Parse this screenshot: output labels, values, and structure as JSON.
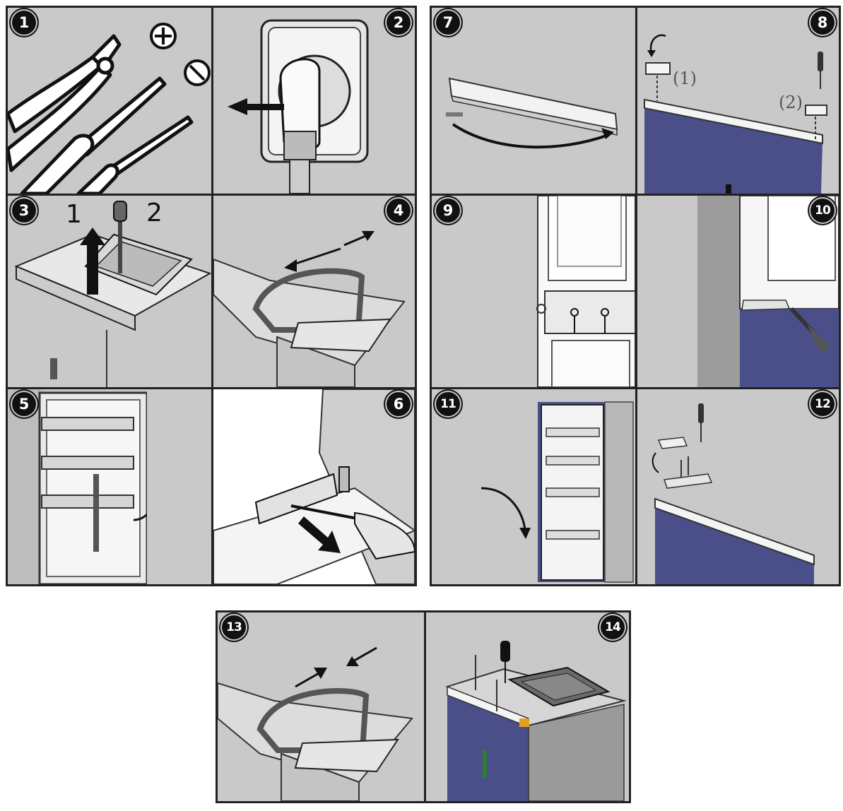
{
  "steps": [
    {
      "id": 1,
      "label": "1"
    },
    {
      "id": 2,
      "label": "2"
    },
    {
      "id": 3,
      "label": "3"
    },
    {
      "id": 4,
      "label": "4"
    },
    {
      "id": 5,
      "label": "5"
    },
    {
      "id": 6,
      "label": "6"
    },
    {
      "id": 7,
      "label": "7"
    },
    {
      "id": 8,
      "label": "8"
    },
    {
      "id": 9,
      "label": "9"
    },
    {
      "id": 10,
      "label": "10"
    },
    {
      "id": 11,
      "label": "11"
    },
    {
      "id": 12,
      "label": "12"
    },
    {
      "id": 13,
      "label": "13"
    },
    {
      "id": 14,
      "label": "14"
    }
  ],
  "step3_arrow_labels": [
    "1",
    "2"
  ],
  "step8_callouts": [
    "(1)",
    "(2)"
  ],
  "icons": {
    "plus": "phillips-screwdriver-icon",
    "minus": "flathead-screwdriver-icon"
  },
  "colors": {
    "panel_bg": "#c9c9c9",
    "door_blue": "#4a4f8a",
    "border": "#222222"
  }
}
